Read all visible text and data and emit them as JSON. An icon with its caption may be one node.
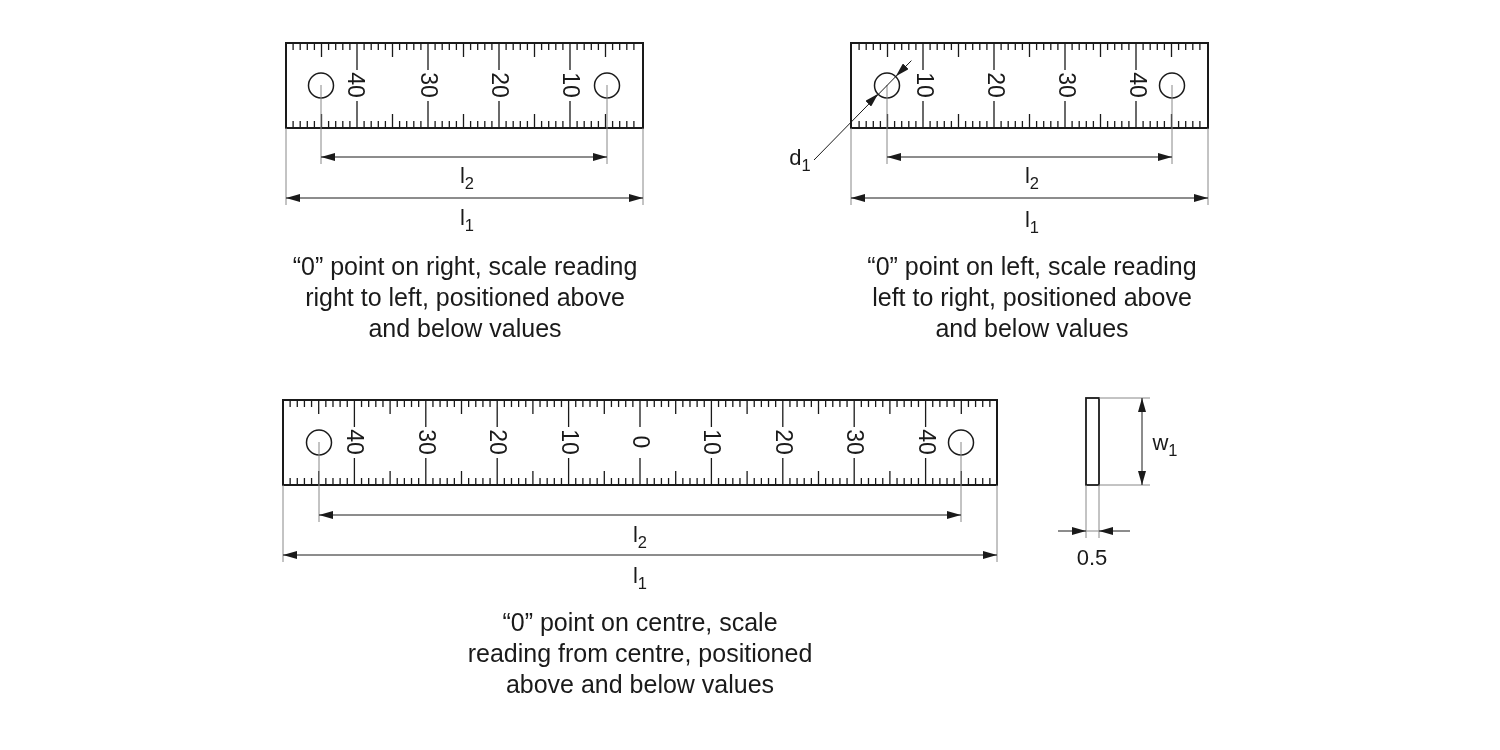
{
  "diagram": {
    "labels": [
      "40",
      "30",
      "20",
      "10",
      "10",
      "20",
      "30",
      "40",
      "d$_{1}$",
      "l$_{2}$",
      "l$_{2}$",
      "l$_{1}$",
      "l$_{1}$",
      "“0” point on right, scale reading right to left, positioned above and below values",
      "“0” point on left, scale reading left to right, positioned above and below values",
      "40",
      "30",
      "20",
      "10",
      "0",
      "10",
      "20",
      "30",
      "40",
      "w$_{1}$",
      "l$_{2}$",
      "0.5",
      "l$_{1}$",
      "“0” point on centre, scale reading from centre, positioned above and below values"
    ]
  }
}
